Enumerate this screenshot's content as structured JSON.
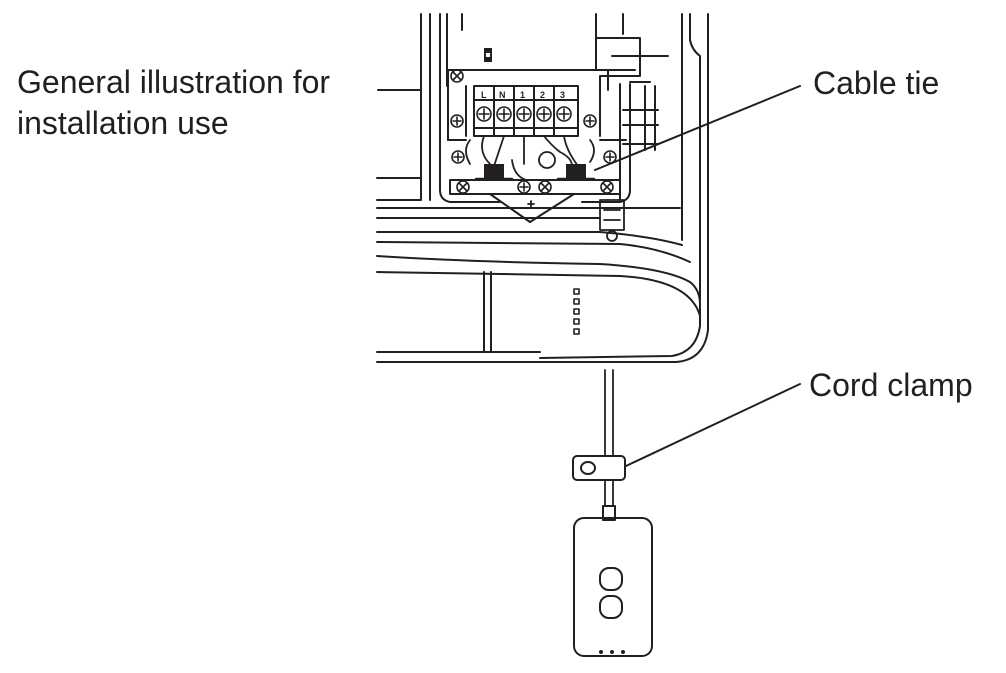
{
  "callouts": {
    "general_illustration": [
      "General illustration for",
      "installation use"
    ],
    "cable_tie": "Cable tie",
    "cord_clamp": "Cord clamp"
  },
  "terminal_block": {
    "labels": [
      "L",
      "N",
      "1",
      "2",
      "3"
    ]
  },
  "colors": {
    "line": "#231f20",
    "background": "#ffffff"
  },
  "icons": [
    "screw-icon",
    "terminal-screw-icon",
    "led-indicator-icon",
    "button-icon"
  ]
}
